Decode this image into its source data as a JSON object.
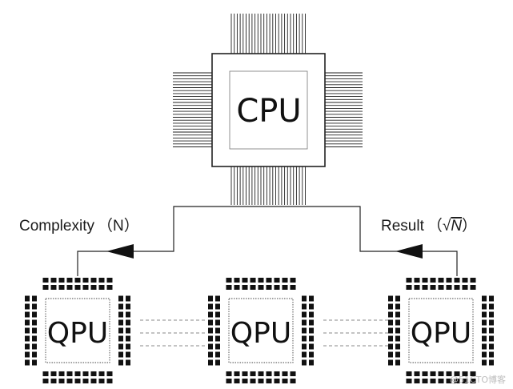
{
  "cpu": {
    "label": "CPU"
  },
  "qpus": [
    {
      "label": "QPU"
    },
    {
      "label": "QPU"
    },
    {
      "label": "QPU"
    }
  ],
  "arrows": {
    "left_label_text": "Complexity",
    "left_label_param": "（N）",
    "right_label_text": "Result",
    "right_label_open": "（",
    "right_label_sqrt": "√",
    "right_label_var": "N",
    "right_label_close": "）"
  },
  "watermark": "@51CTO博客",
  "colors": {
    "line": "#222222",
    "pad": "#111111",
    "dashed": "#8a8a8a"
  }
}
